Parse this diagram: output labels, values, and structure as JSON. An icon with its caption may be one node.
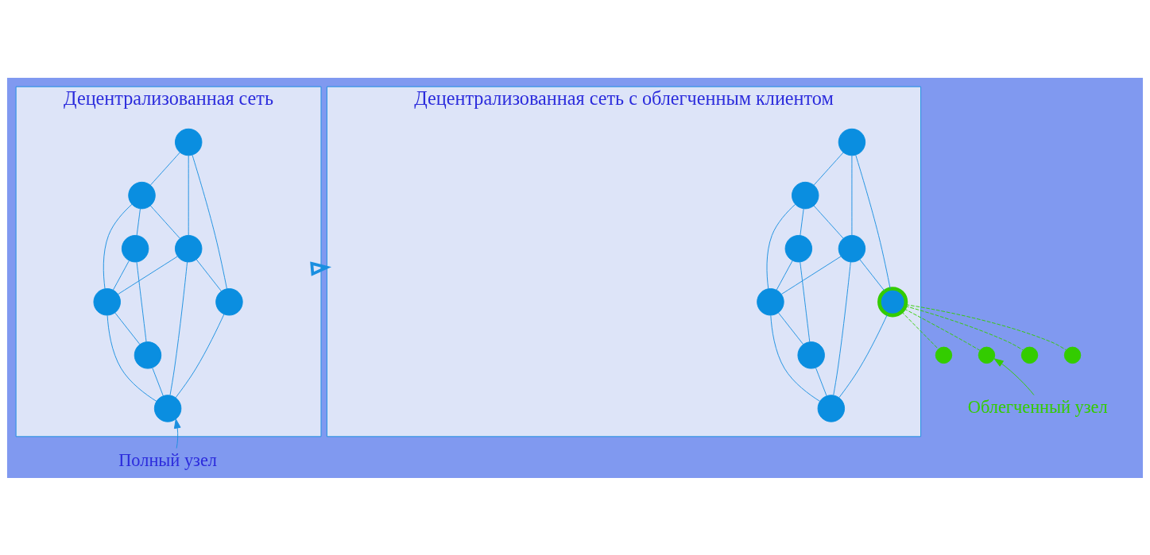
{
  "diagram": {
    "nodes": [
      {
        "text": [
          "Децентрализованная сеть"
        ]
      },
      {
        "text": [],
        "shape": "circle",
        "in": 0
      },
      {
        "text": [],
        "shape": "circle",
        "in": 0
      },
      {
        "text": [],
        "shape": "circle",
        "in": 0
      },
      {
        "text": [],
        "shape": "circle",
        "in": 0
      },
      {
        "text": [],
        "shape": "circle",
        "in": 0
      },
      {
        "text": [],
        "shape": "circle",
        "in": 0
      },
      {
        "text": [],
        "shape": "circle",
        "in": 0
      },
      {
        "text": [],
        "shape": "circle",
        "in": 0
      },
      {
        "text": [
          "Децентрализованная сеть с облегченным клиентом"
        ]
      },
      {
        "text": [],
        "shape": "circle",
        "in": 9
      },
      {
        "text": [],
        "shape": "circle",
        "in": 9
      },
      {
        "text": [],
        "shape": "circle",
        "in": 9
      },
      {
        "text": [],
        "shape": "circle",
        "in": 9
      },
      {
        "text": [],
        "shape": "circle",
        "in": 9
      },
      {
        "text": [],
        "shape": "circle",
        "in": 9
      },
      {
        "text": [],
        "shape": "circle",
        "in": 9
      },
      {
        "text": [],
        "shape": "circle",
        "in": 9
      },
      {
        "text": [],
        "shape": "circle"
      },
      {
        "text": [],
        "shape": "circle"
      },
      {
        "text": [],
        "shape": "circle"
      },
      {
        "text": [],
        "shape": "circle"
      },
      {
        "text": [
          "Полный узел"
        ]
      },
      {
        "text": [
          "Облегченный узел"
        ]
      }
    ],
    "edges": [
      {
        "from": 0,
        "to": 9,
        "arrow": "to",
        "style": "thick"
      },
      {
        "from": 1,
        "to": 2,
        "arrow": "none"
      },
      {
        "from": 2,
        "to": 3,
        "arrow": "none"
      },
      {
        "from": 1,
        "to": 4,
        "arrow": "none"
      },
      {
        "from": 2,
        "to": 4,
        "arrow": "none"
      },
      {
        "from": 2,
        "to": 5,
        "arrow": "none"
      },
      {
        "from": 3,
        "to": 5,
        "arrow": "none"
      },
      {
        "from": 3,
        "to": 6,
        "arrow": "none"
      },
      {
        "from": 4,
        "to": 5,
        "arrow": "none"
      },
      {
        "from": 1,
        "to": 7,
        "arrow": "none"
      },
      {
        "from": 4,
        "to": 7,
        "arrow": "none"
      },
      {
        "from": 4,
        "to": 8,
        "arrow": "none"
      },
      {
        "from": 5,
        "to": 8,
        "arrow": "none"
      },
      {
        "from": 5,
        "to": 6,
        "arrow": "none"
      },
      {
        "from": 6,
        "to": 8,
        "arrow": "none"
      },
      {
        "from": 7,
        "to": 8,
        "arrow": "none"
      },
      {
        "from": 10,
        "to": 11,
        "arrow": "none"
      },
      {
        "from": 11,
        "to": 12,
        "arrow": "none"
      },
      {
        "from": 10,
        "to": 13,
        "arrow": "none"
      },
      {
        "from": 11,
        "to": 13,
        "arrow": "none"
      },
      {
        "from": 11,
        "to": 14,
        "arrow": "none"
      },
      {
        "from": 12,
        "to": 14,
        "arrow": "none"
      },
      {
        "from": 12,
        "to": 15,
        "arrow": "none"
      },
      {
        "from": 13,
        "to": 14,
        "arrow": "none"
      },
      {
        "from": 10,
        "to": 16,
        "arrow": "none"
      },
      {
        "from": 13,
        "to": 16,
        "arrow": "none"
      },
      {
        "from": 13,
        "to": 17,
        "arrow": "none"
      },
      {
        "from": 14,
        "to": 17,
        "arrow": "none"
      },
      {
        "from": 14,
        "to": 15,
        "arrow": "none"
      },
      {
        "from": 15,
        "to": 17,
        "arrow": "none"
      },
      {
        "from": 16,
        "to": 17,
        "arrow": "none"
      },
      {
        "from": 16,
        "to": 18,
        "arrow": "none",
        "style": "dashed",
        "color": "#33cc00"
      },
      {
        "from": 16,
        "to": 19,
        "arrow": "none",
        "style": "dashed",
        "color": "#33cc00"
      },
      {
        "from": 16,
        "to": 20,
        "arrow": "none",
        "style": "dashed",
        "color": "#33cc00"
      },
      {
        "from": 16,
        "to": 21,
        "arrow": "none",
        "style": "dashed",
        "color": "#33cc00"
      },
      {
        "from": 22,
        "to": 8,
        "arrow": "to"
      },
      {
        "from": 23,
        "to": 19,
        "arrow": "to",
        "color": "#33cc00"
      }
    ]
  }
}
